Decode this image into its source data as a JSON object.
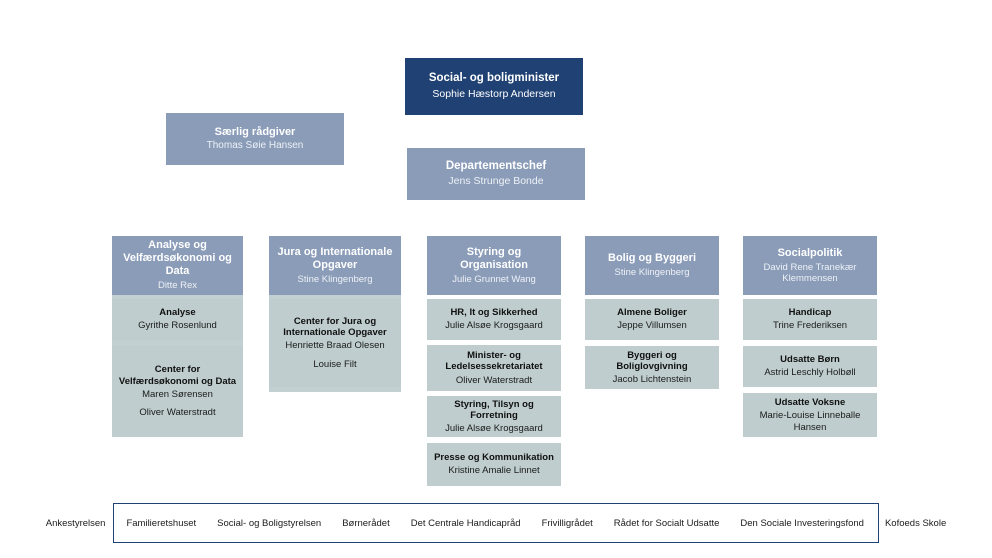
{
  "org_chart": {
    "minister": {
      "title": "Social- og boligminister",
      "name": "Sophie Hæstorp Andersen"
    },
    "adviser": {
      "title": "Særlig rådgiver",
      "name": "Thomas Søie Hansen"
    },
    "department_chief": {
      "title": "Departementschef",
      "name": "Jens Strunge Bonde"
    },
    "columns": [
      {
        "header": {
          "title": "Analyse og Velfærdsøkonomi og Data",
          "name": "Ditte Rex"
        },
        "units": [
          {
            "title": "Analyse",
            "names": [
              "Gyrithe Rosenlund"
            ]
          },
          {
            "title": "Center for Velfærdsøkonomi og Data",
            "names": [
              "Maren Sørensen",
              "Oliver Waterstradt"
            ]
          }
        ]
      },
      {
        "header": {
          "title": "Jura og Internationale Opgaver",
          "name": "Stine Klingenberg"
        },
        "units": [
          {
            "title": "Center for Jura og Internationale Opgaver",
            "names": [
              "Henriette Braad Olesen",
              "Louise Filt"
            ]
          }
        ]
      },
      {
        "header": {
          "title": "Styring og Organisation",
          "name": "Julie Grunnet Wang"
        },
        "units": [
          {
            "title": "HR, It og Sikkerhed",
            "names": [
              "Julie Alsøe Krogsgaard"
            ]
          },
          {
            "title": "Minister- og Ledelsessekretariatet",
            "names": [
              "Oliver Waterstradt"
            ]
          },
          {
            "title": "Styring, Tilsyn og Forretning",
            "names": [
              "Julie Alsøe Krogsgaard"
            ]
          },
          {
            "title": "Presse og Kommunikation",
            "names": [
              "Kristine Amalie Linnet"
            ]
          }
        ]
      },
      {
        "header": {
          "title": "Bolig og Byggeri",
          "name": "Stine Klingenberg"
        },
        "units": [
          {
            "title": "Almene Boliger",
            "names": [
              "Jeppe Villumsen"
            ]
          },
          {
            "title": "Byggeri og Boliglovgivning",
            "names": [
              "Jacob Lichtenstein"
            ]
          }
        ]
      },
      {
        "header": {
          "title": "Socialpolitik",
          "name": "David Rene Tranekær Klemmensen"
        },
        "units": [
          {
            "title": "Handicap",
            "names": [
              "Trine Frederiksen"
            ]
          },
          {
            "title": "Udsatte Børn",
            "names": [
              "Astrid Leschly Holbøll"
            ]
          },
          {
            "title": "Udsatte Voksne",
            "names": [
              "Marie-Louise Linneballe Hansen"
            ]
          }
        ]
      }
    ],
    "agencies": [
      "Ankestyrelsen",
      "Familieretshuset",
      "Social- og Boligstyrelsen",
      "Børnerådet",
      "Det Centrale Handicapråd",
      "Frivilligrådet",
      "Rådet for Socialt Udsatte",
      "Den Sociale Investeringsfond",
      "Kofoeds Skole"
    ]
  },
  "colors": {
    "minister_bg": "#1f4173",
    "slate_bg": "#8a9cb8",
    "column_bg": "#c3d0d2",
    "unit_bg": "#bfcdce",
    "agency_border": "#1f4173"
  }
}
